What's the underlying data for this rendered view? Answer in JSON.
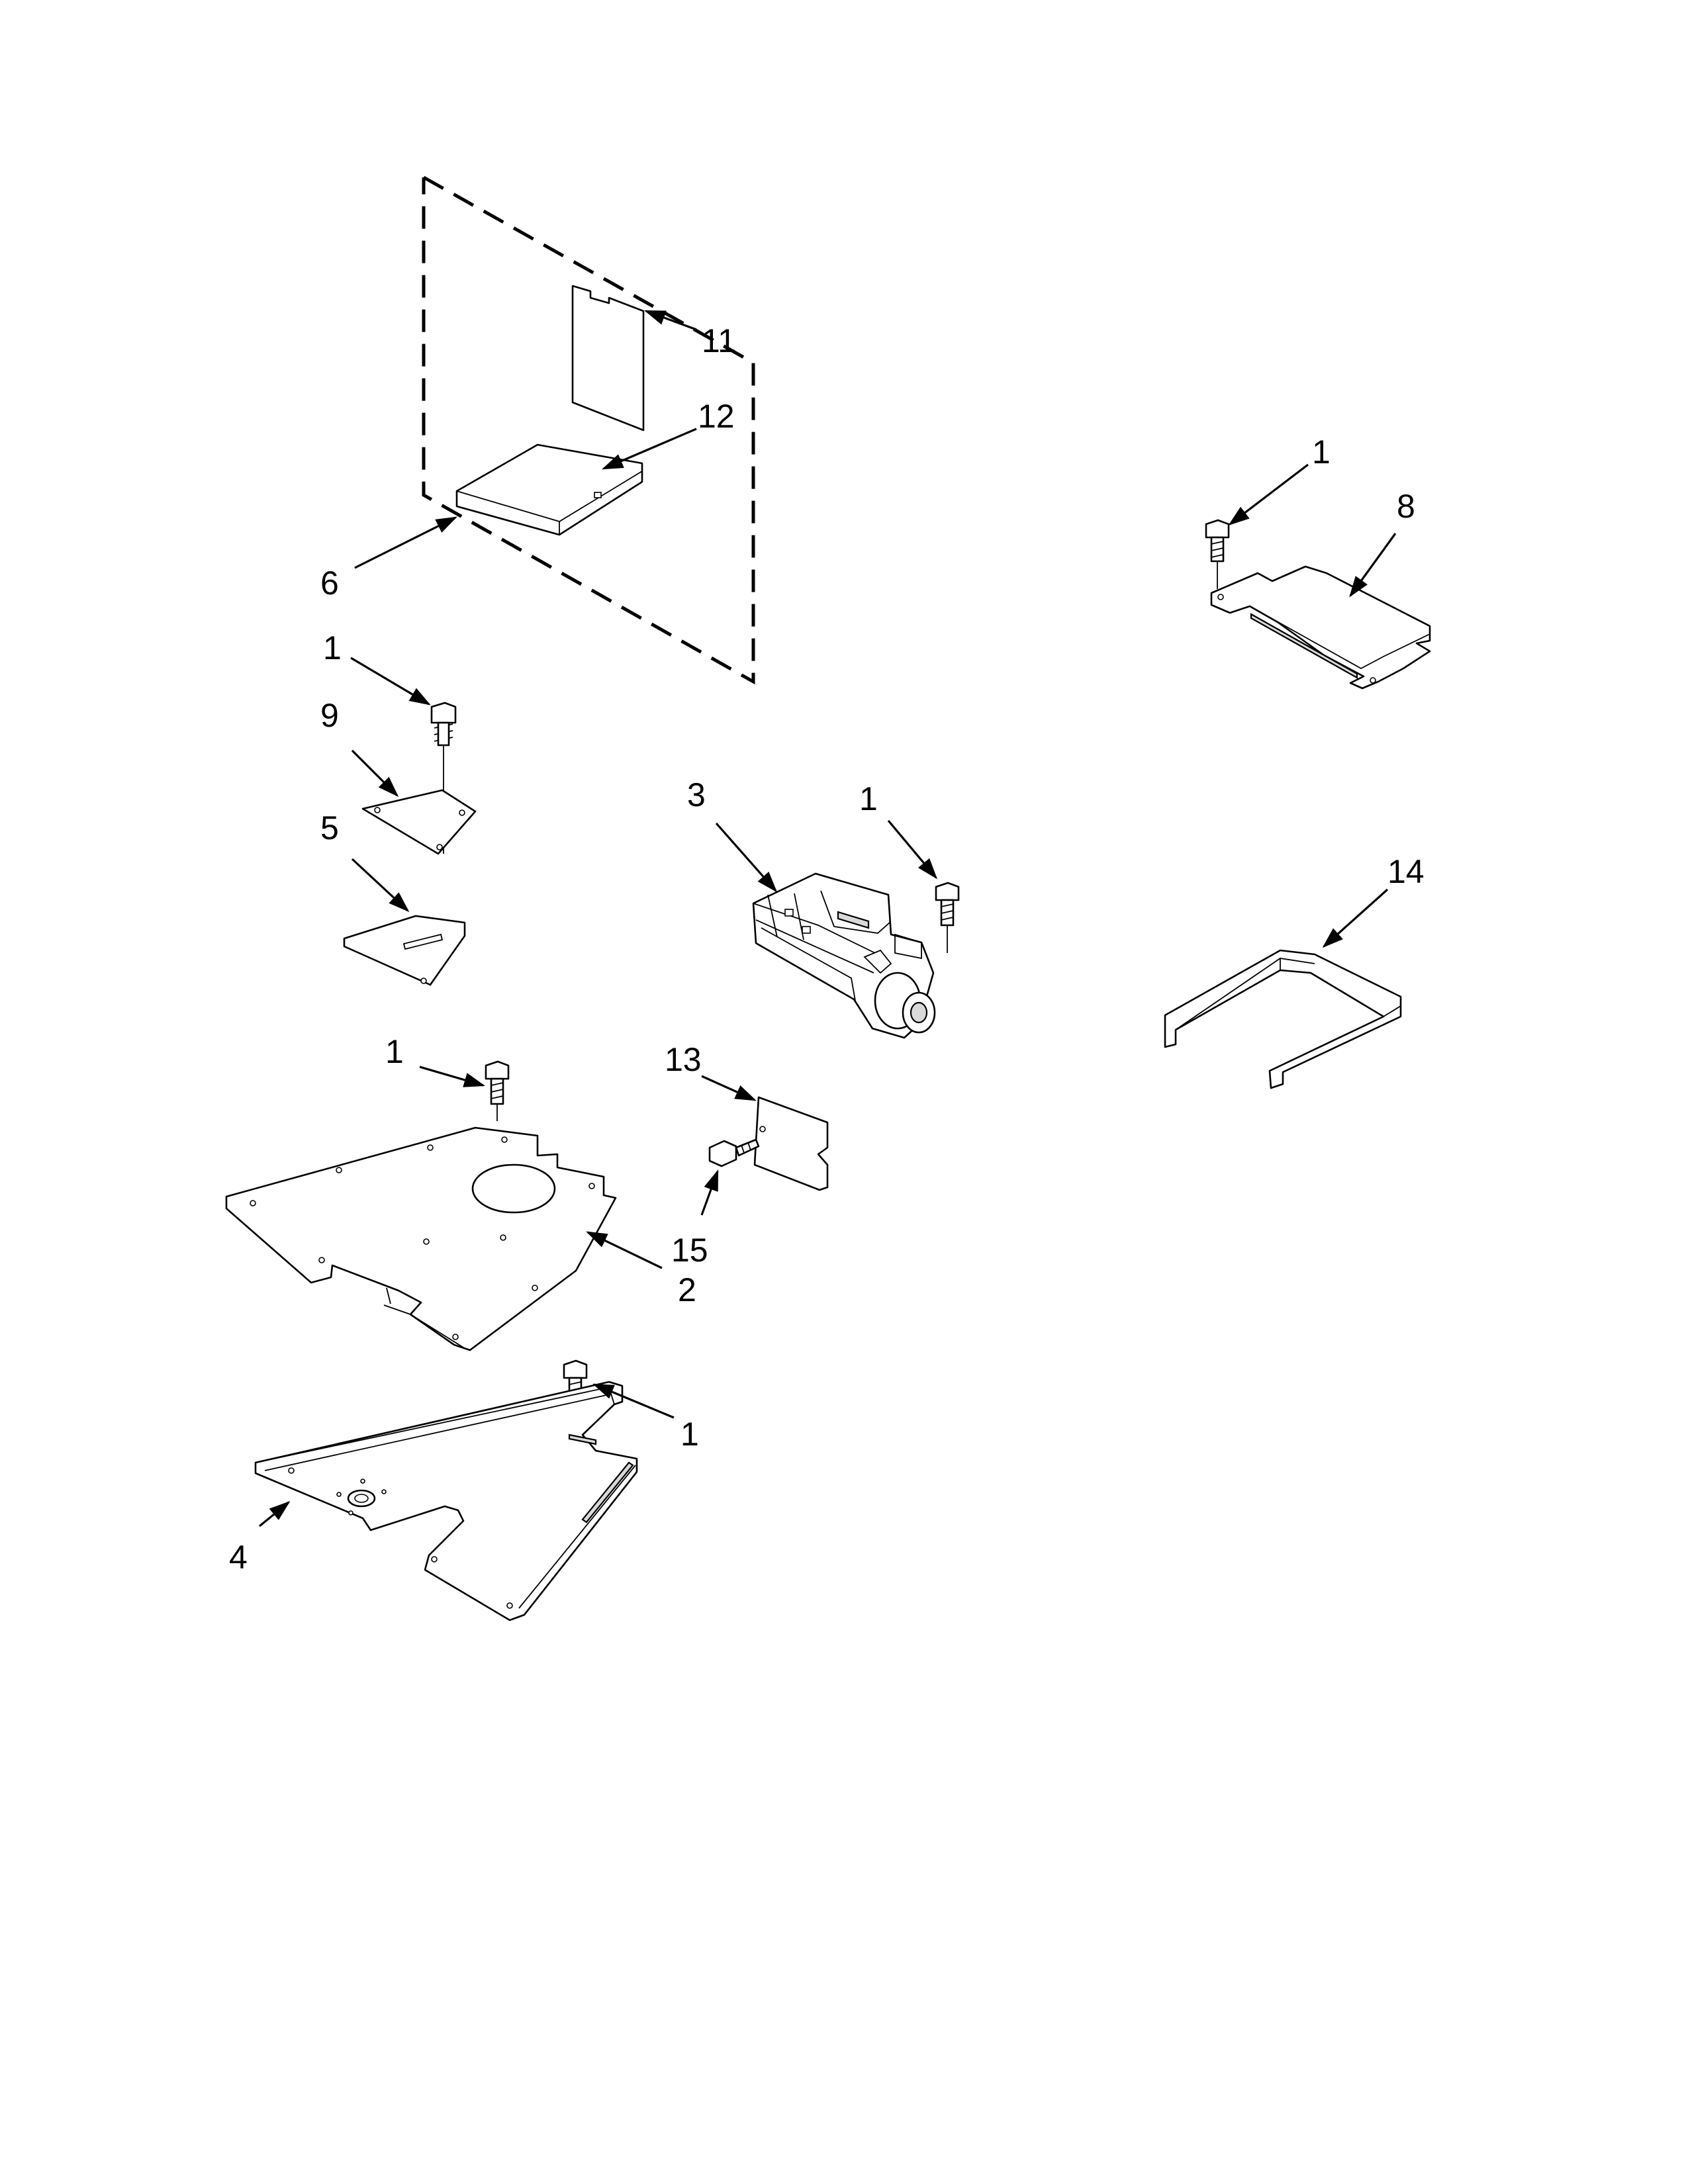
{
  "callouts": {
    "c11": "11",
    "c12": "12",
    "c6": "6",
    "c1_a": "1",
    "c9": "9",
    "c5": "5",
    "c3": "3",
    "c1_b": "1",
    "c1_c": "1",
    "c8": "8",
    "c14": "14",
    "c1_d": "1",
    "c13": "13",
    "c15": "15",
    "c2": "2",
    "c1_e": "1",
    "c4": "4"
  }
}
